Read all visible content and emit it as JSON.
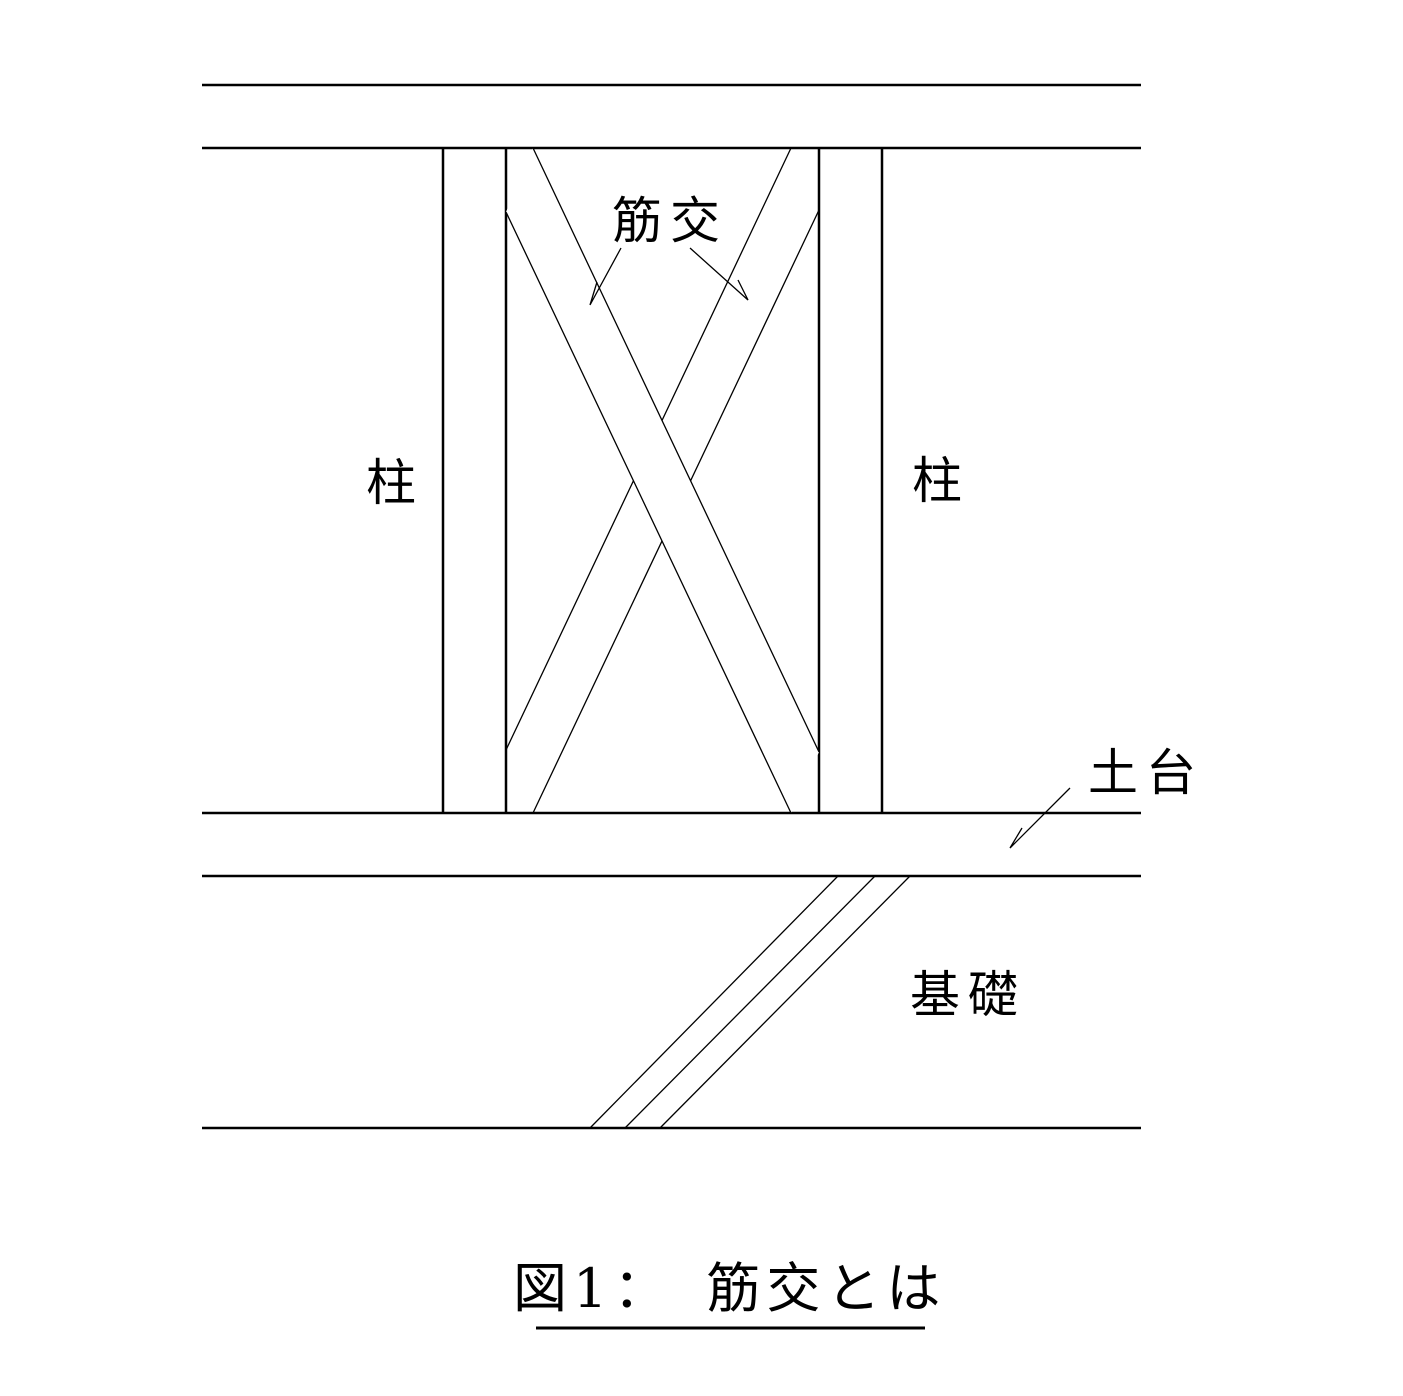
{
  "labels": {
    "brace": "筋交",
    "post_left": "柱",
    "post_right": "柱",
    "sill": "土台",
    "foundation": "基礎"
  },
  "caption": "図1：　筋交とは"
}
